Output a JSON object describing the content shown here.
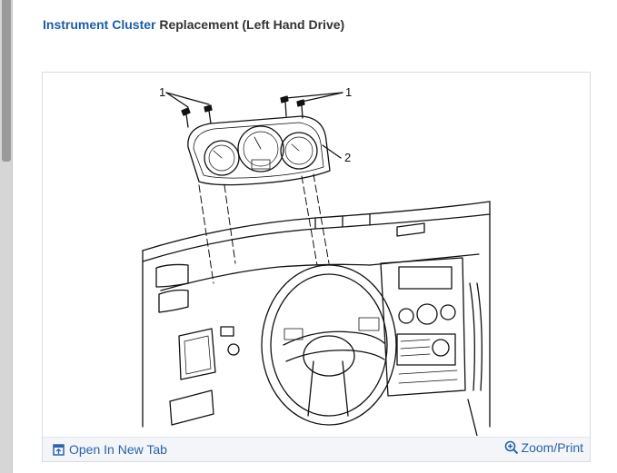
{
  "page": {
    "title_highlight": "Instrument Cluster",
    "title_rest": " Replacement (Left Hand Drive)"
  },
  "figure": {
    "callouts": [
      "1",
      "1",
      "2"
    ],
    "footer": {
      "open_tab_label": "Open In New Tab",
      "zoom_print_label": "Zoom/Print"
    }
  },
  "icons": {
    "open_tab": "open-in-new-tab-icon",
    "zoom": "zoom-in-icon"
  },
  "colors": {
    "link": "#2a63a8",
    "title_highlight": "#1a5ea8",
    "title_text": "#333333",
    "footer_bg": "#f3f5f8"
  }
}
